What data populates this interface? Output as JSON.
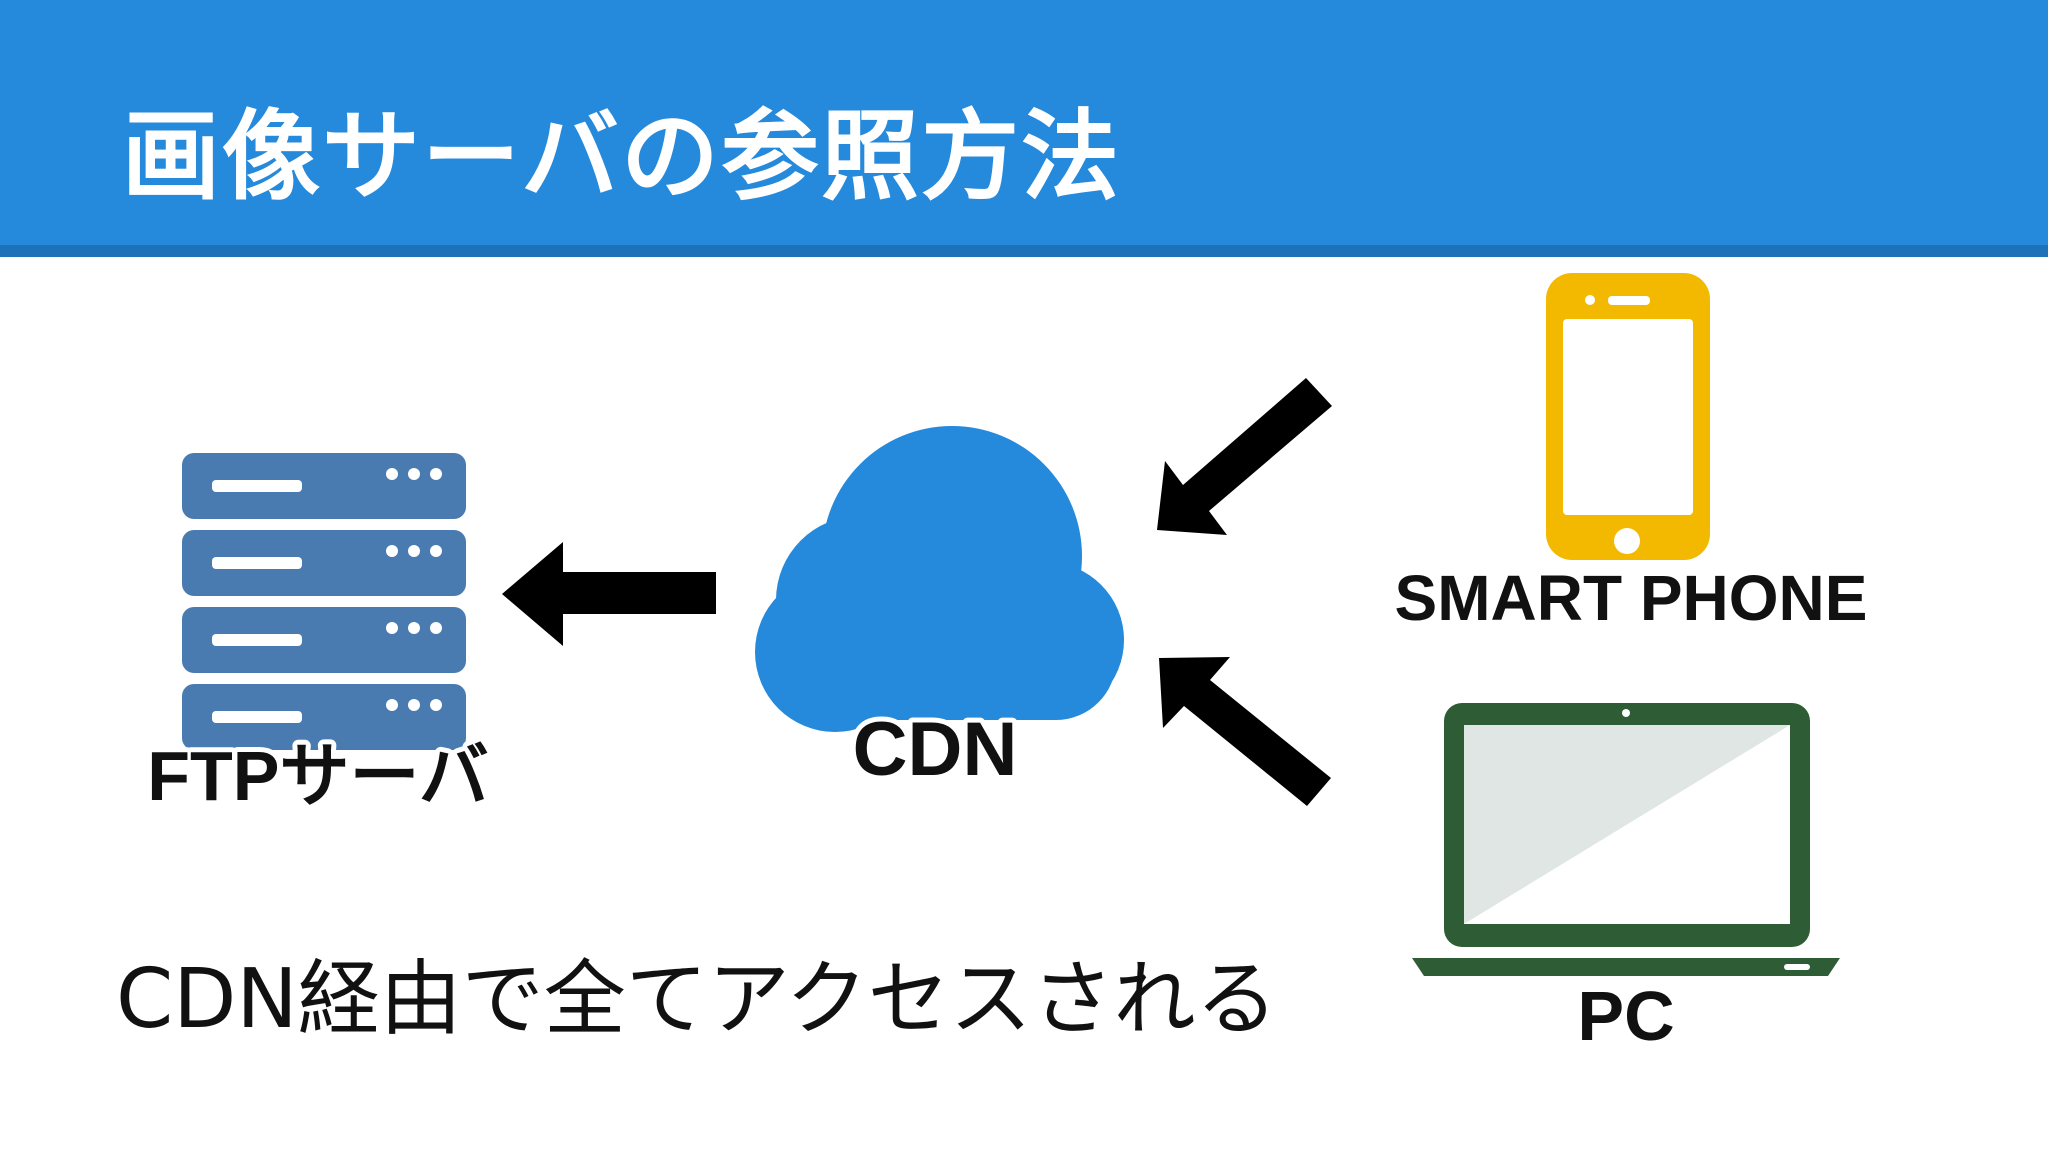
{
  "slide": {
    "title": "画像サーバの参照方法",
    "caption": "CDN経由で全てアクセスされる"
  },
  "nodes": {
    "ftp_server": {
      "label": "FTPサーバ",
      "icon": "server-rack-icon",
      "color": "#4a7bb0"
    },
    "cdn": {
      "label": "CDN",
      "icon": "cloud-icon",
      "color": "#2589dc"
    },
    "smartphone": {
      "label": "SMART PHONE",
      "icon": "smartphone-icon",
      "color": "#f2b900"
    },
    "pc": {
      "label": "PC",
      "icon": "laptop-icon",
      "color": "#2e5c34"
    }
  },
  "colors": {
    "header": "#2589dc",
    "header_border": "#1e72b8",
    "arrow": "#000000"
  }
}
